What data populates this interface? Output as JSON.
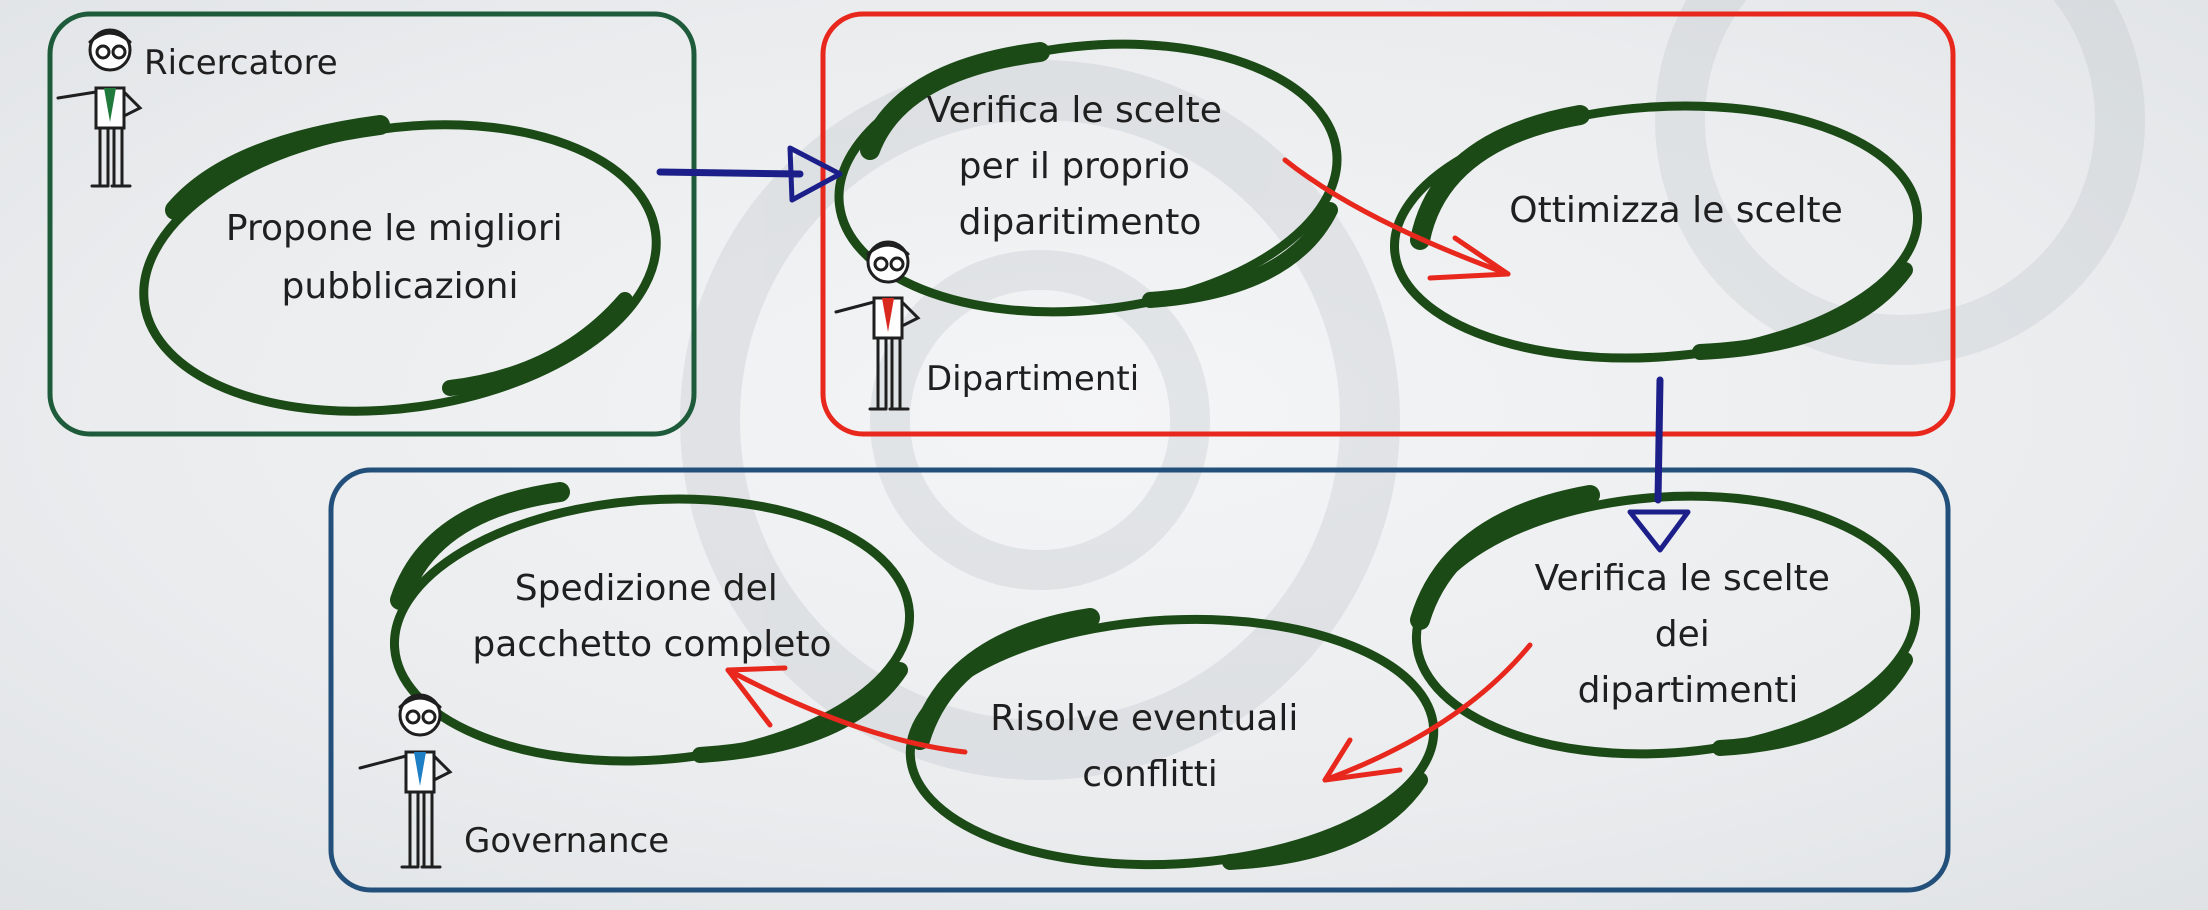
{
  "groups": {
    "researcher": {
      "label": "Ricercatore",
      "color": "#1e5b3a",
      "shirt_color": "#1f7a3c"
    },
    "departments": {
      "label": "Dipartimenti",
      "color": "#e8271d",
      "shirt_color": "#d9281e"
    },
    "governance": {
      "label": "Governance",
      "color": "#23507a",
      "shirt_color": "#1f7fc4"
    }
  },
  "nodes": {
    "propose": {
      "lines": [
        "Propone le migliori",
        "pubblicazioni"
      ]
    },
    "verify_dept": {
      "lines": [
        "Verifica le scelte",
        "per il proprio",
        "diparitimento"
      ]
    },
    "optimize": {
      "lines": [
        "Ottimizza le scelte"
      ]
    },
    "verify_gov": {
      "lines": [
        "Verifica le scelte",
        "dei",
        "dipartimenti"
      ]
    },
    "resolve": {
      "lines": [
        "Risolve eventuali",
        "conflitti"
      ]
    },
    "ship": {
      "lines": [
        "Spedizione del",
        "pacchetto completo"
      ]
    }
  },
  "colors": {
    "ellipse_stroke": "#1c4a17",
    "flow_arrow": "#1c1f8a",
    "step_arrow": "#e8271d"
  },
  "icons": {
    "actor": "stick-figure-icon"
  }
}
